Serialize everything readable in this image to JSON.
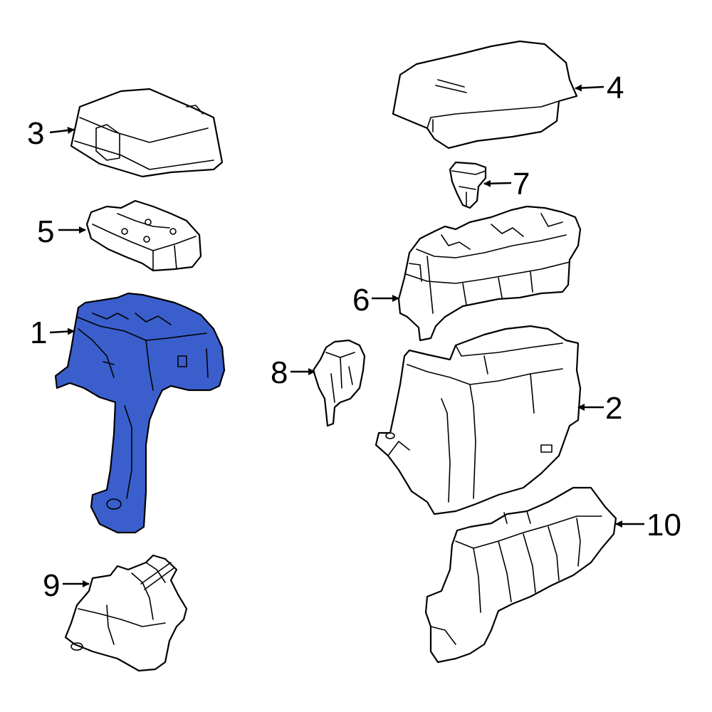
{
  "diagram": {
    "highlight_color": "#3a5fcd",
    "outline_color": "#000000",
    "background": "#ffffff",
    "highlighted_part": "1",
    "callouts": [
      {
        "id": "c1",
        "label": "1"
      },
      {
        "id": "c2",
        "label": "2"
      },
      {
        "id": "c3",
        "label": "3"
      },
      {
        "id": "c4",
        "label": "4"
      },
      {
        "id": "c5",
        "label": "5"
      },
      {
        "id": "c6",
        "label": "6"
      },
      {
        "id": "c7",
        "label": "7"
      },
      {
        "id": "c8",
        "label": "8"
      },
      {
        "id": "c9",
        "label": "9"
      },
      {
        "id": "c10",
        "label": "10"
      }
    ]
  }
}
